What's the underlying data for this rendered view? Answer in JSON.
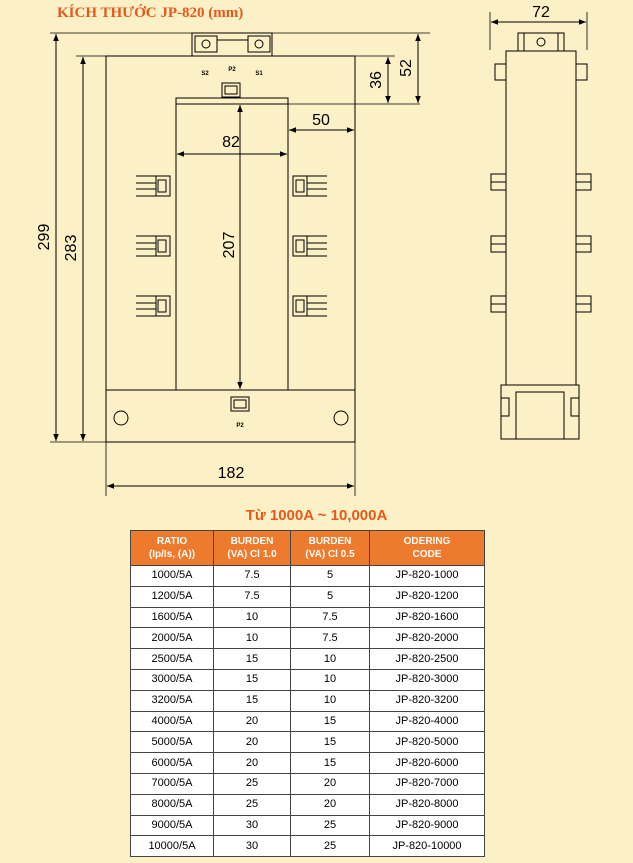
{
  "title": "KÍCH THƯỚC JP-820 (mm)",
  "drawing": {
    "dims": {
      "total_height": "299",
      "body_height": "283",
      "window_height": "207",
      "window_width": "82",
      "side_width": "50",
      "top_36": "36",
      "top_52": "52",
      "total_width": "182",
      "side_depth": "72"
    },
    "terminal_labels": {
      "s2": "S2",
      "p2_top": "P2",
      "s1": "S1",
      "p2_bottom": "P2"
    }
  },
  "range_title": "Từ 1000A ~ 10,000A",
  "table": {
    "headers": [
      [
        "RATIO",
        "(Ip/Is, (A))"
      ],
      [
        "BURDEN",
        "(VA) Cl 1.0"
      ],
      [
        "BURDEN",
        "(VA) Cl 0.5"
      ],
      [
        "ODERING",
        "CODE"
      ]
    ],
    "rows": [
      [
        "1000/5A",
        "7.5",
        "5",
        "JP-820-1000"
      ],
      [
        "1200/5A",
        "7.5",
        "5",
        "JP-820-1200"
      ],
      [
        "1600/5A",
        "10",
        "7.5",
        "JP-820-1600"
      ],
      [
        "2000/5A",
        "10",
        "7.5",
        "JP-820-2000"
      ],
      [
        "2500/5A",
        "15",
        "10",
        "JP-820-2500"
      ],
      [
        "3000/5A",
        "15",
        "10",
        "JP-820-3000"
      ],
      [
        "3200/5A",
        "15",
        "10",
        "JP-820-3200"
      ],
      [
        "4000/5A",
        "20",
        "15",
        "JP-820-4000"
      ],
      [
        "5000/5A",
        "20",
        "15",
        "JP-820-5000"
      ],
      [
        "6000/5A",
        "20",
        "15",
        "JP-820-6000"
      ],
      [
        "7000/5A",
        "25",
        "20",
        "JP-820-7000"
      ],
      [
        "8000/5A",
        "25",
        "20",
        "JP-820-8000"
      ],
      [
        "9000/5A",
        "30",
        "25",
        "JP-820-9000"
      ],
      [
        "10000/5A",
        "30",
        "25",
        "JP-820-10000"
      ]
    ]
  }
}
